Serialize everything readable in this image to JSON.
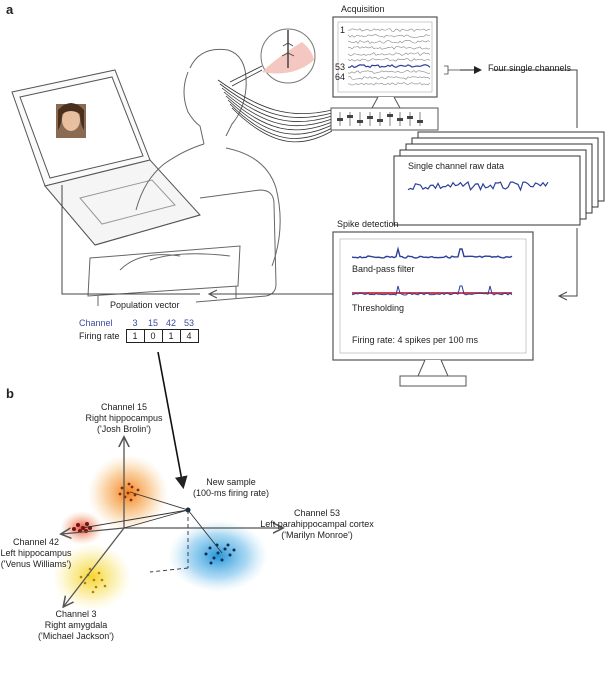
{
  "panel_a": {
    "label": "a",
    "acquisition_title": "Acquisition",
    "channel_labels": [
      "1",
      "53",
      "64"
    ],
    "four_single_channels": "Four single channels",
    "raw_data_title": "Single channel raw data",
    "spike_detection_title": "Spike detection",
    "band_pass": "Band-pass filter",
    "thresholding": "Thresholding",
    "firing_rate_text": "Firing rate: 4 spikes per 100 ms",
    "population_vector_title": "Population vector",
    "table": {
      "channel_header": "Channel",
      "rate_header": "Firing rate",
      "channels": [
        "3",
        "15",
        "42",
        "53"
      ],
      "rates": [
        "1",
        "0",
        "1",
        "4"
      ]
    }
  },
  "panel_b": {
    "label": "b",
    "axis_15": [
      "Channel 15",
      "Right hippocampus",
      "('Josh Brolin')"
    ],
    "axis_42": [
      "Channel 42",
      "Left hippocampus",
      "('Venus Williams')"
    ],
    "axis_3": [
      "Channel 3",
      "Right amygdala",
      "('Michael Jackson')"
    ],
    "axis_53": [
      "Channel 53",
      "Left parahippocampal cortex",
      "('Marilyn Monroe')"
    ],
    "new_sample": [
      "New sample",
      "(100-ms firing rate)"
    ],
    "colors": {
      "josh": "#f07a10",
      "venus": "#c8231e",
      "michael": "#f5d21e",
      "marilyn": "#1a8fd6",
      "trace_blue": "#2c3f9a",
      "threshold_red": "#d9404a"
    }
  }
}
